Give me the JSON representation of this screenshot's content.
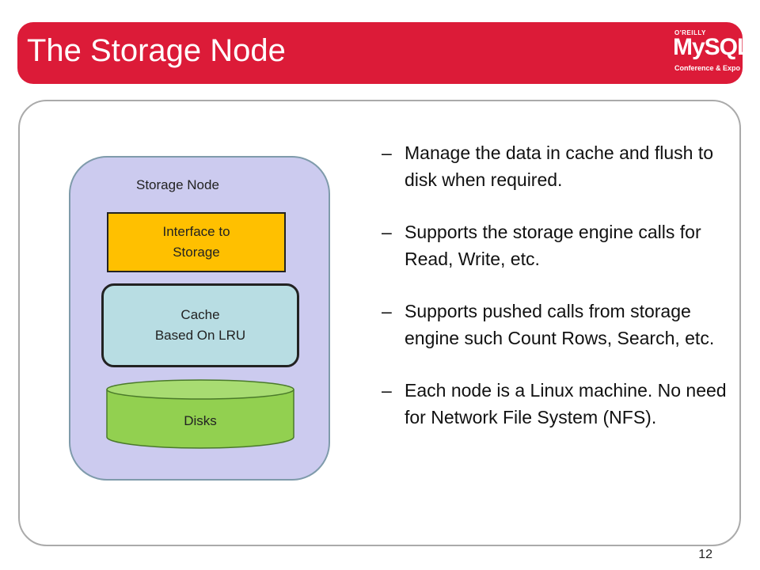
{
  "slide": {
    "title": "The Storage Node",
    "page_number": "12"
  },
  "logo": {
    "publisher": "O'REILLY",
    "product": "MySQL",
    "tagline": "Conference & Expo"
  },
  "diagram": {
    "container_label": "Storage Node",
    "interface_box": [
      "Interface to",
      "Storage"
    ],
    "cache_box": [
      "Cache",
      "Based On LRU"
    ],
    "disks_label": "Disks"
  },
  "bullets": [
    {
      "dash": "–",
      "text": "Manage the data in cache and flush to disk when required."
    },
    {
      "dash": "–",
      "text": "Supports the storage engine calls for Read, Write, etc."
    },
    {
      "dash": "–",
      "text": "Supports pushed calls from storage engine such Count Rows, Search, etc."
    },
    {
      "dash": "–",
      "text": "Each node is a Linux machine. No need for Network File System (NFS)."
    }
  ],
  "colors": {
    "title_bar": "#dc1b38",
    "node_container": "#cccbef",
    "interface_box": "#ffc000",
    "cache_box": "#b8dde3",
    "disks": "#92d050"
  }
}
